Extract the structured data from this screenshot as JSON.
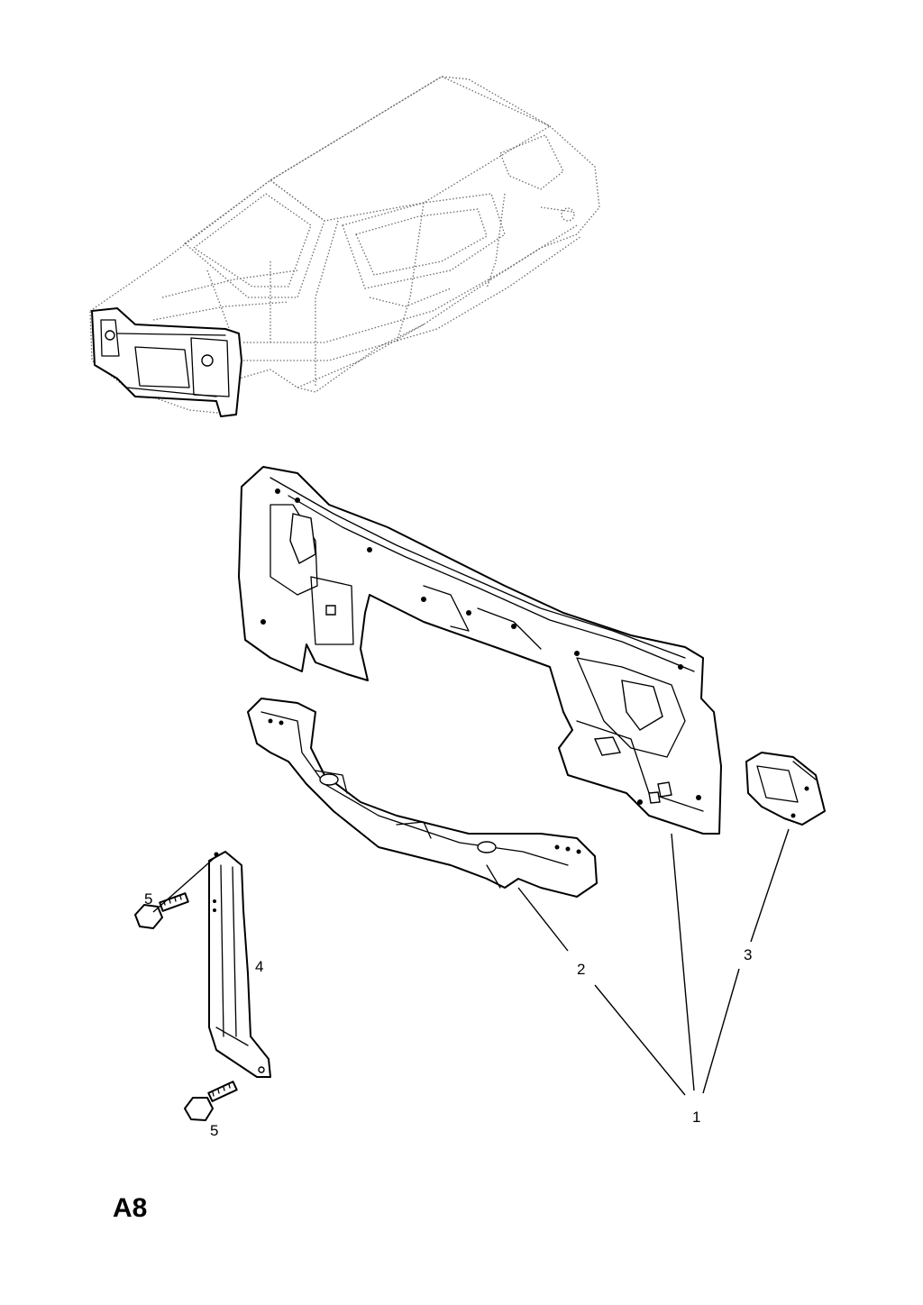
{
  "diagram": {
    "page_code": "A8",
    "callouts": {
      "c1": "1",
      "c2": "2",
      "c3": "3",
      "c4": "4",
      "c5a": "5",
      "c5b": "5"
    }
  }
}
